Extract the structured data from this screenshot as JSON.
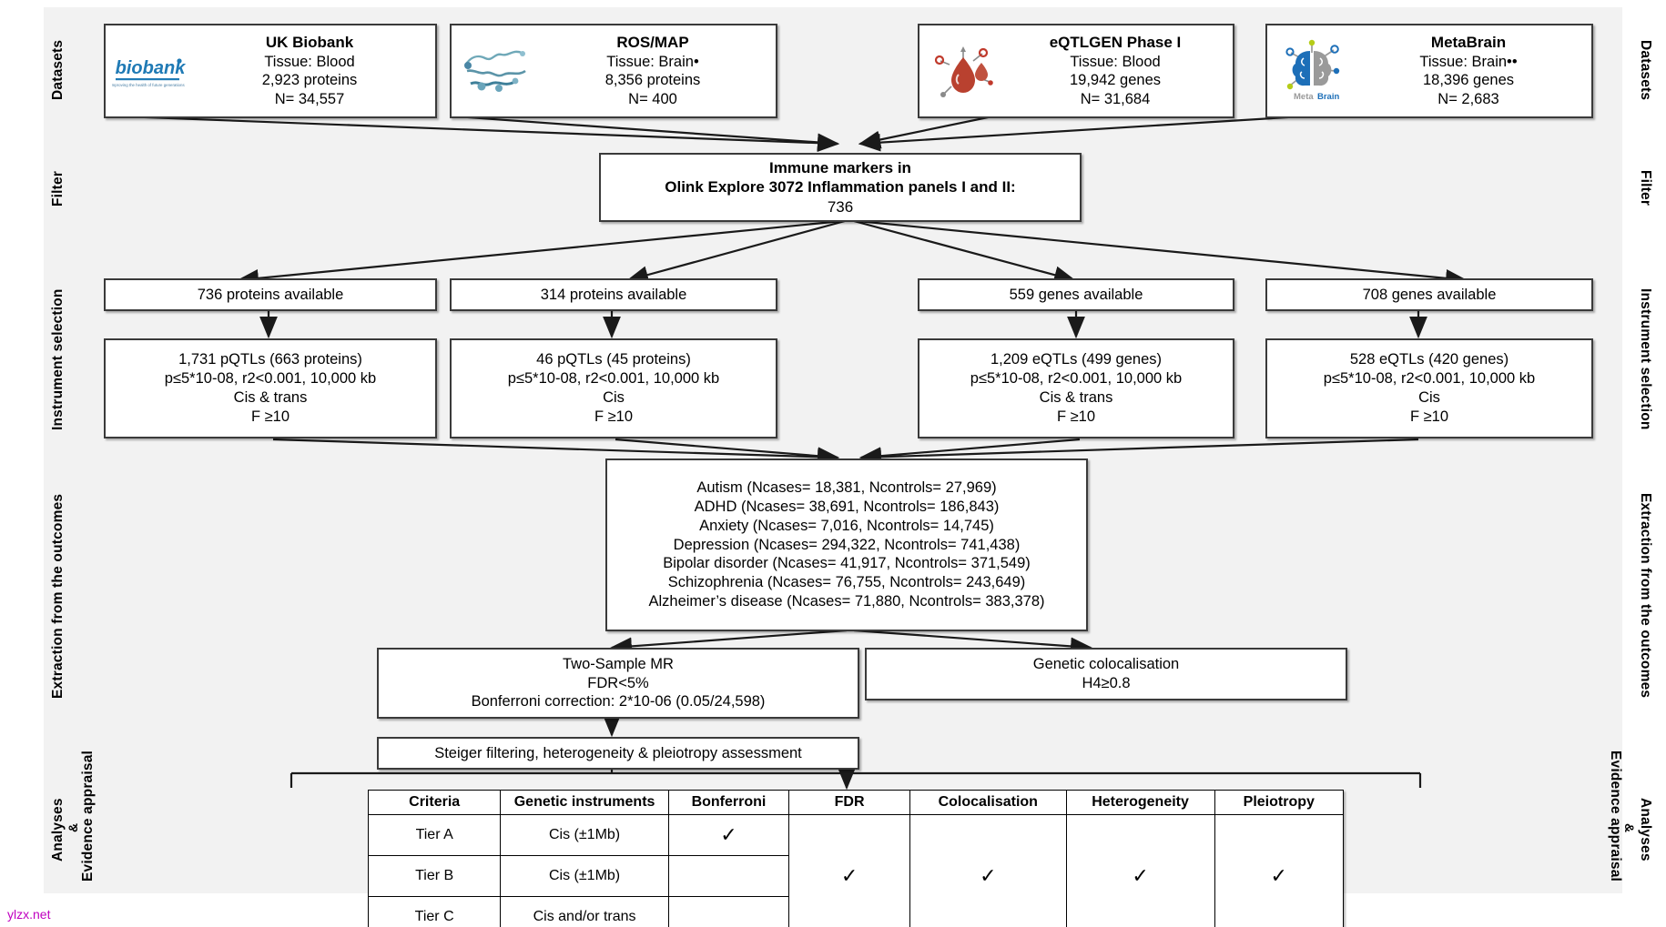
{
  "rails": [
    {
      "label": "Datasets"
    },
    {
      "label": "Filter"
    },
    {
      "label": "Instrument selection"
    },
    {
      "label": "Extraction from the outcomes"
    },
    {
      "label": "Analyses\n&\nEvidence appraisal"
    }
  ],
  "rail_labels": {
    "datasets": "Datasets",
    "filter": "Filter",
    "instrument": "Instrument selection",
    "extraction": "Extraction from the outcomes",
    "analyses": "Analyses",
    "amp": "&",
    "evidence": "Evidence appraisal"
  },
  "datasets": [
    {
      "icon": "uk-biobank-logo",
      "title": "UK Biobank",
      "tissue": "Tissue: Blood",
      "features": "2,923 proteins",
      "n": "N= 34,557"
    },
    {
      "icon": "protein-structure-logo",
      "title": "ROS/MAP",
      "tissue": "Tissue: Brain•",
      "features": "8,356 proteins",
      "n": "N= 400"
    },
    {
      "icon": "blood-drop-logo",
      "title": "eQTLGEN Phase I",
      "tissue": "Tissue: Blood",
      "features": "19,942 genes",
      "n": "N= 31,684"
    },
    {
      "icon": "metabrain-logo",
      "title": "MetaBrain",
      "tissue": "Tissue: Brain••",
      "features": "18,396 genes",
      "n": "N= 2,683"
    }
  ],
  "filter_box": {
    "line1": "Immune markers in",
    "line2": "Olink Explore 3072 Inflammation panels I and II:",
    "line3": "736"
  },
  "available": [
    {
      "text": "736 proteins available"
    },
    {
      "text": "314 proteins available"
    },
    {
      "text": "559 genes available"
    },
    {
      "text": "708 genes available"
    }
  ],
  "instruments": [
    {
      "line1": "1,731 pQTLs (663 proteins)",
      "line2": "p≤5*10-08, r2<0.001, 10,000 kb",
      "line3": "Cis & trans",
      "line4": "F ≥10"
    },
    {
      "line1": "46 pQTLs (45 proteins)",
      "line2": "p≤5*10-08, r2<0.001, 10,000 kb",
      "line3": "Cis",
      "line4": "F ≥10"
    },
    {
      "line1": "1,209 eQTLs (499 genes)",
      "line2": "p≤5*10-08, r2<0.001, 10,000 kb",
      "line3": "Cis & trans",
      "line4": "F ≥10"
    },
    {
      "line1": "528 eQTLs (420 genes)",
      "line2": "p≤5*10-08, r2<0.001, 10,000 kb",
      "line3": "Cis",
      "line4": "F ≥10"
    }
  ],
  "outcomes": [
    "Autism (Ncases= 18,381, Ncontrols= 27,969)",
    "ADHD (Ncases= 38,691, Ncontrols= 186,843)",
    "Anxiety (Ncases= 7,016, Ncontrols= 14,745)",
    "Depression (Ncases= 294,322, Ncontrols= 741,438)",
    "Bipolar disorder (Ncases= 41,917, Ncontrols= 371,549)",
    "Schizophrenia (Ncases= 76,755, Ncontrols= 243,649)",
    "Alzheimer’s disease (Ncases= 71,880, Ncontrols= 383,378)"
  ],
  "mr_box": {
    "line1": "Two-Sample MR",
    "line2": "FDR<5%",
    "line3": "Bonferroni correction: 2*10-06 (0.05/24,598)"
  },
  "coloc_box": {
    "line1": "Genetic colocalisation",
    "line2": "H4≥0.8"
  },
  "steiger_box": {
    "line1": "Steiger filtering, heterogeneity & pleiotropy assessment"
  },
  "tier_table": {
    "headers": [
      "Criteria",
      "Genetic instruments",
      "Bonferroni",
      "FDR",
      "Colocalisation",
      "Heterogeneity",
      "Pleiotropy"
    ],
    "rows": [
      {
        "criteria": "Tier A",
        "instruments": "Cis (±1Mb)",
        "bonferroni": "✓"
      },
      {
        "criteria": "Tier B",
        "instruments": "Cis (±1Mb)",
        "bonferroni": ""
      },
      {
        "criteria": "Tier C",
        "instruments": "Cis and/or trans",
        "bonferroni": ""
      }
    ],
    "merged": {
      "fdr": "✓",
      "colocalisation": "✓",
      "heterogeneity": "✓",
      "pleiotropy": "✓"
    }
  },
  "watermark": "ylzx.net",
  "colors": {
    "panel_bg": "#f2f2f2",
    "box_border": "#3a3a3a",
    "biobank_blue": "#1f7ab5",
    "metabrain_blue": "#1d6fb8",
    "metabrain_grey": "#9a9a9a",
    "metabrain_green": "#b5cc18",
    "blood_red": "#c0392b",
    "watermark": "#c000c0"
  }
}
